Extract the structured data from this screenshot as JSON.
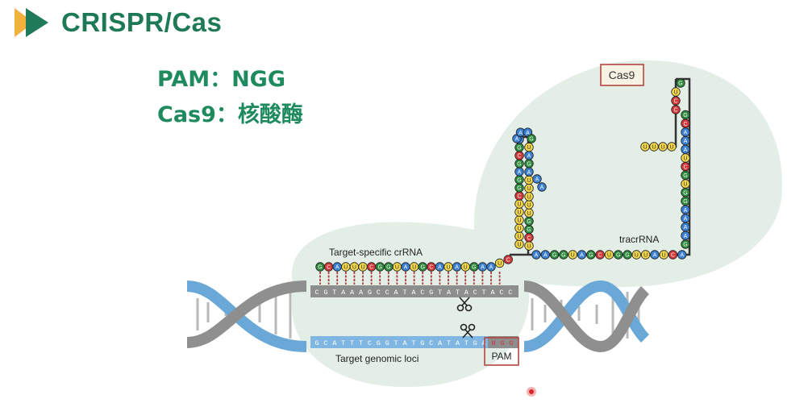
{
  "slide": {
    "title": "CRISPR/Cas"
  },
  "info": {
    "pam_line": "PAM：NGG",
    "cas9_line": "Cas9：核酸酶"
  },
  "diagram": {
    "cas9_label": "Cas9",
    "crrna_label": "Target-specific crRNA",
    "tracrrna_label": "tracrRNA",
    "target_label": "Target genomic loci",
    "pam_label": "PAM",
    "top_strand": "CGTAAAGCCATACGTATACTACC",
    "bottom_strand": "GCATTTCGGTATGCATATGA",
    "pam_seq": "NGG",
    "crrna_seq": "GCAUUUCGGUAUGCAUAUGAAUC",
    "linker_seq": "AAGGUAGCUGGUUAUCA",
    "stemloop_left_seq": "UUUUUUCGGAGCGA",
    "stemloop_right_seq": "UCGGUUUUUAGAU",
    "loop_top_seq": "AAAG",
    "bulge_seq": "AA",
    "right_arm_seq": "GAAAAGGUGCUAAACG",
    "top_hook_seq": "GUCC",
    "tail_seq": "UUUU"
  },
  "colors": {
    "title_green": "#1e7a55",
    "A": "#3a7fd0",
    "U": "#f0d54a",
    "G": "#2e8b3e",
    "C": "#d2383a",
    "cas9_bubble": "#e4efe8",
    "strand_blue": "#7fb7e2",
    "strand_gray": "#8e8e8e"
  }
}
